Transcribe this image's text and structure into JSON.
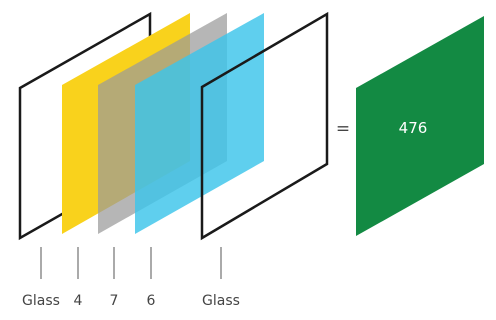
{
  "layers": [
    {
      "id": "glass-front",
      "label": "Glass",
      "kind": "glass",
      "color": "#1a1a1a"
    },
    {
      "id": "film-4",
      "label": "4",
      "kind": "film",
      "color": "#f9d21c"
    },
    {
      "id": "film-7",
      "label": "7",
      "kind": "film",
      "color": "#9a9a9a"
    },
    {
      "id": "film-6",
      "label": "6",
      "kind": "film",
      "color": "#3cc4ea"
    },
    {
      "id": "glass-back",
      "label": "Glass",
      "kind": "glass",
      "color": "#1a1a1a"
    }
  ],
  "operator": "=",
  "result": {
    "label": "476",
    "color": "#138a43"
  }
}
